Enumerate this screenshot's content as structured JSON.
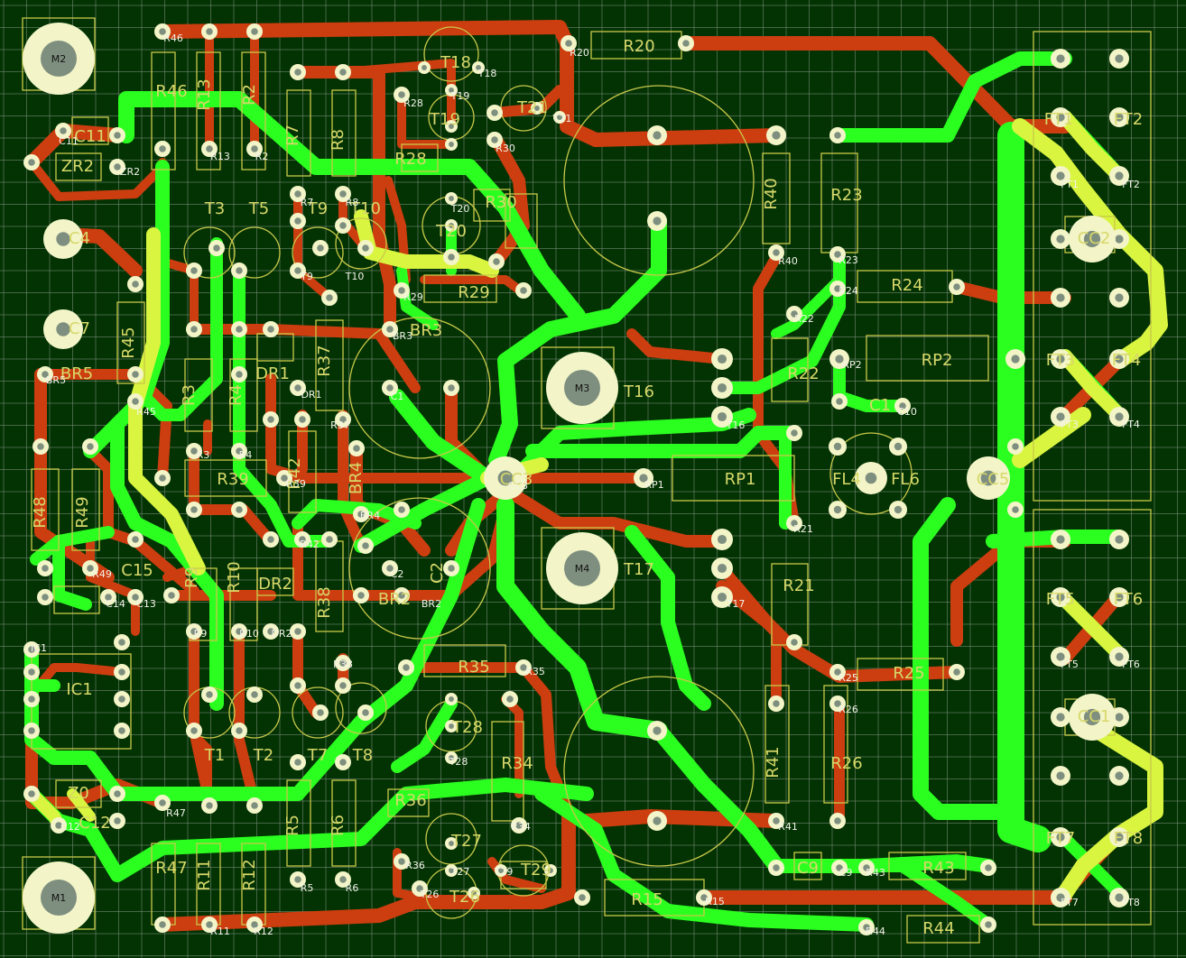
{
  "board": {
    "colors": {
      "background": "#033303",
      "grid": "#7e8f7e",
      "bottom_trace": "#cc3d0f",
      "top_trace": "#2bff20",
      "overlap_trace": "#d9f540",
      "silkscreen": "#c8c84a",
      "pad": "#f3f5c8"
    },
    "mount_holes": [
      {
        "name": "mount-hole-m2",
        "label": "M2"
      },
      {
        "name": "mount-hole-m1",
        "label": "M1"
      },
      {
        "name": "mount-hole-m3",
        "label": "M3"
      },
      {
        "name": "mount-hole-m4",
        "label": "M4"
      }
    ],
    "component_labels": [
      {
        "id": "r46",
        "text": "R46"
      },
      {
        "id": "r13",
        "text": "R13"
      },
      {
        "id": "r2",
        "text": "R2"
      },
      {
        "id": "r7",
        "text": "R7"
      },
      {
        "id": "r8",
        "text": "R8"
      },
      {
        "id": "t18",
        "text": "T18"
      },
      {
        "id": "t19",
        "text": "T19"
      },
      {
        "id": "t21",
        "text": "T21"
      },
      {
        "id": "r20",
        "text": "R20"
      },
      {
        "id": "c11",
        "text": "C11"
      },
      {
        "id": "zr2",
        "text": "ZR2"
      },
      {
        "id": "t3",
        "text": "T3"
      },
      {
        "id": "t5",
        "text": "T5"
      },
      {
        "id": "t9",
        "text": "T9"
      },
      {
        "id": "t10",
        "text": "T10"
      },
      {
        "id": "r28",
        "text": "R28"
      },
      {
        "id": "r30",
        "text": "R30"
      },
      {
        "id": "t20",
        "text": "T20"
      },
      {
        "id": "r29",
        "text": "R29"
      },
      {
        "id": "r40",
        "text": "R40"
      },
      {
        "id": "r23",
        "text": "R23"
      },
      {
        "id": "r24",
        "text": "R24"
      },
      {
        "id": "c4",
        "text": "C4"
      },
      {
        "id": "c7",
        "text": "C7"
      },
      {
        "id": "r45",
        "text": "R45"
      },
      {
        "id": "br3",
        "text": "BR3"
      },
      {
        "id": "br5",
        "text": "BR5"
      },
      {
        "id": "r3",
        "text": "R3"
      },
      {
        "id": "r4",
        "text": "R4"
      },
      {
        "id": "dr1",
        "text": "DR1"
      },
      {
        "id": "r37",
        "text": "R37"
      },
      {
        "id": "rp2",
        "text": "RP2"
      },
      {
        "id": "r22",
        "text": "R22"
      },
      {
        "id": "t16",
        "text": "T16"
      },
      {
        "id": "r39",
        "text": "R39"
      },
      {
        "id": "r42",
        "text": "R42"
      },
      {
        "id": "br4",
        "text": "BR4"
      },
      {
        "id": "cc3",
        "text": "CC3"
      },
      {
        "id": "rp1",
        "text": "RP1"
      },
      {
        "id": "r48",
        "text": "R48"
      },
      {
        "id": "r49",
        "text": "R49"
      },
      {
        "id": "r9",
        "text": "R9"
      },
      {
        "id": "r10",
        "text": "R10"
      },
      {
        "id": "dr2",
        "text": "DR2"
      },
      {
        "id": "r38",
        "text": "R38"
      },
      {
        "id": "br2",
        "text": "BR2"
      },
      {
        "id": "t17",
        "text": "T17"
      },
      {
        "id": "r21",
        "text": "R21"
      },
      {
        "id": "c15",
        "text": "C15"
      },
      {
        "id": "ic1",
        "text": "IC1"
      },
      {
        "id": "r35",
        "text": "R35"
      },
      {
        "id": "r25",
        "text": "R25"
      },
      {
        "id": "t1",
        "text": "T1"
      },
      {
        "id": "t2",
        "text": "T2"
      },
      {
        "id": "t7",
        "text": "T7"
      },
      {
        "id": "t8",
        "text": "T8"
      },
      {
        "id": "t28",
        "text": "T28"
      },
      {
        "id": "r34",
        "text": "R34"
      },
      {
        "id": "r41",
        "text": "R41"
      },
      {
        "id": "r26",
        "text": "R26"
      },
      {
        "id": "z0",
        "text": "Z0"
      },
      {
        "id": "r36",
        "text": "R36"
      },
      {
        "id": "t27",
        "text": "T27"
      },
      {
        "id": "r5",
        "text": "R5"
      },
      {
        "id": "r6",
        "text": "R6"
      },
      {
        "id": "r47",
        "text": "R47"
      },
      {
        "id": "r11",
        "text": "R11"
      },
      {
        "id": "r12",
        "text": "R12"
      },
      {
        "id": "c9",
        "text": "C9"
      },
      {
        "id": "r43",
        "text": "R43"
      },
      {
        "id": "r15",
        "text": "R15"
      },
      {
        "id": "r44",
        "text": "R44"
      },
      {
        "id": "t26",
        "text": "T26"
      },
      {
        "id": "t29",
        "text": "T29"
      },
      {
        "id": "ft1",
        "text": "FT1"
      },
      {
        "id": "ft2",
        "text": "FT2"
      },
      {
        "id": "ft3",
        "text": "FT3"
      },
      {
        "id": "ft4",
        "text": "FT4"
      },
      {
        "id": "ft5",
        "text": "FT5"
      },
      {
        "id": "ft6",
        "text": "FT6"
      },
      {
        "id": "ft7",
        "text": "FT7"
      },
      {
        "id": "ft8",
        "text": "FT8"
      },
      {
        "id": "cc2",
        "text": "CC2"
      },
      {
        "id": "cc1",
        "text": "CC1"
      },
      {
        "id": "fl4",
        "text": "FL4"
      },
      {
        "id": "fl6",
        "text": "FL6"
      },
      {
        "id": "cc5",
        "text": "CC5"
      },
      {
        "id": "c12",
        "text": "C12"
      },
      {
        "id": "c1",
        "text": "C1"
      },
      {
        "id": "c2",
        "text": "C2"
      }
    ],
    "pad_labels": [
      {
        "id": "p-r46",
        "text": "R46"
      },
      {
        "id": "p-r20",
        "text": "R20"
      },
      {
        "id": "p-c11",
        "text": "C11"
      },
      {
        "id": "p-zr2",
        "text": "ZR2"
      },
      {
        "id": "p-r13",
        "text": "R13"
      },
      {
        "id": "p-r2",
        "text": "R2"
      },
      {
        "id": "p-t18",
        "text": "T18"
      },
      {
        "id": "p-t19",
        "text": "T19"
      },
      {
        "id": "p-t21",
        "text": "T21"
      },
      {
        "id": "p-r28",
        "text": "R28"
      },
      {
        "id": "p-r30",
        "text": "R30"
      },
      {
        "id": "p-r7",
        "text": "R7"
      },
      {
        "id": "p-r8",
        "text": "R8"
      },
      {
        "id": "p-t20",
        "text": "T20"
      },
      {
        "id": "p-r40",
        "text": "R40"
      },
      {
        "id": "p-r23",
        "text": "R23"
      },
      {
        "id": "p-r24",
        "text": "R24"
      },
      {
        "id": "p-r29",
        "text": "R29"
      },
      {
        "id": "p-t9",
        "text": "T9"
      },
      {
        "id": "p-t10",
        "text": "T10"
      },
      {
        "id": "p-br3",
        "text": "BR3"
      },
      {
        "id": "p-br5",
        "text": "BR5"
      },
      {
        "id": "p-c1",
        "text": "C1"
      },
      {
        "id": "p-dr1",
        "text": "DR1"
      },
      {
        "id": "p-r22",
        "text": "R22"
      },
      {
        "id": "p-rp2",
        "text": "RP2"
      },
      {
        "id": "p-c10",
        "text": "C10"
      },
      {
        "id": "p-t16",
        "text": "T16"
      },
      {
        "id": "p-r45",
        "text": "R45"
      },
      {
        "id": "p-r37",
        "text": "R37"
      },
      {
        "id": "p-r3",
        "text": "R3"
      },
      {
        "id": "p-r4",
        "text": "R4"
      },
      {
        "id": "p-r39",
        "text": "R39"
      },
      {
        "id": "p-rp1",
        "text": "RP1"
      },
      {
        "id": "p-r21",
        "text": "R21"
      },
      {
        "id": "p-r42",
        "text": "R42"
      },
      {
        "id": "p-br4",
        "text": "BR4"
      },
      {
        "id": "p-c2",
        "text": "C2"
      },
      {
        "id": "p-br2",
        "text": "BR2"
      },
      {
        "id": "p-t17",
        "text": "T17"
      },
      {
        "id": "p-r49",
        "text": "R49"
      },
      {
        "id": "p-c14",
        "text": "C14"
      },
      {
        "id": "p-c13",
        "text": "C13"
      },
      {
        "id": "p-r9",
        "text": "R9"
      },
      {
        "id": "p-r10",
        "text": "R10"
      },
      {
        "id": "p-dr2",
        "text": "DR2"
      },
      {
        "id": "p-ic1",
        "text": "IC1"
      },
      {
        "id": "p-r38",
        "text": "R38"
      },
      {
        "id": "p-r35",
        "text": "R35"
      },
      {
        "id": "p-r25",
        "text": "R25"
      },
      {
        "id": "p-r26",
        "text": "R26"
      },
      {
        "id": "p-t28",
        "text": "T28"
      },
      {
        "id": "p-r47",
        "text": "R47"
      },
      {
        "id": "p-c12",
        "text": "C12"
      },
      {
        "id": "p-r34",
        "text": "R34"
      },
      {
        "id": "p-r41",
        "text": "R41"
      },
      {
        "id": "p-c9",
        "text": "C9"
      },
      {
        "id": "p-r43",
        "text": "R43"
      },
      {
        "id": "p-r36",
        "text": "R36"
      },
      {
        "id": "p-t27",
        "text": "T27"
      },
      {
        "id": "p-t29",
        "text": "T29"
      },
      {
        "id": "p-t26",
        "text": "T26"
      },
      {
        "id": "p-r5",
        "text": "R5"
      },
      {
        "id": "p-r6",
        "text": "R6"
      },
      {
        "id": "p-r15",
        "text": "R15"
      },
      {
        "id": "p-r44",
        "text": "R44"
      },
      {
        "id": "p-r11",
        "text": "R11"
      },
      {
        "id": "p-r12",
        "text": "R12"
      },
      {
        "id": "p-ft1",
        "text": "FT1"
      },
      {
        "id": "p-ft2",
        "text": "FT2"
      },
      {
        "id": "p-ft3",
        "text": "FT3"
      },
      {
        "id": "p-ft4",
        "text": "FT4"
      },
      {
        "id": "p-ft5",
        "text": "FT5"
      },
      {
        "id": "p-ft6",
        "text": "FT6"
      },
      {
        "id": "p-ft7",
        "text": "FT7"
      },
      {
        "id": "p-ft8",
        "text": "FT8"
      },
      {
        "id": "p-cc3",
        "text": "CC3"
      }
    ]
  }
}
